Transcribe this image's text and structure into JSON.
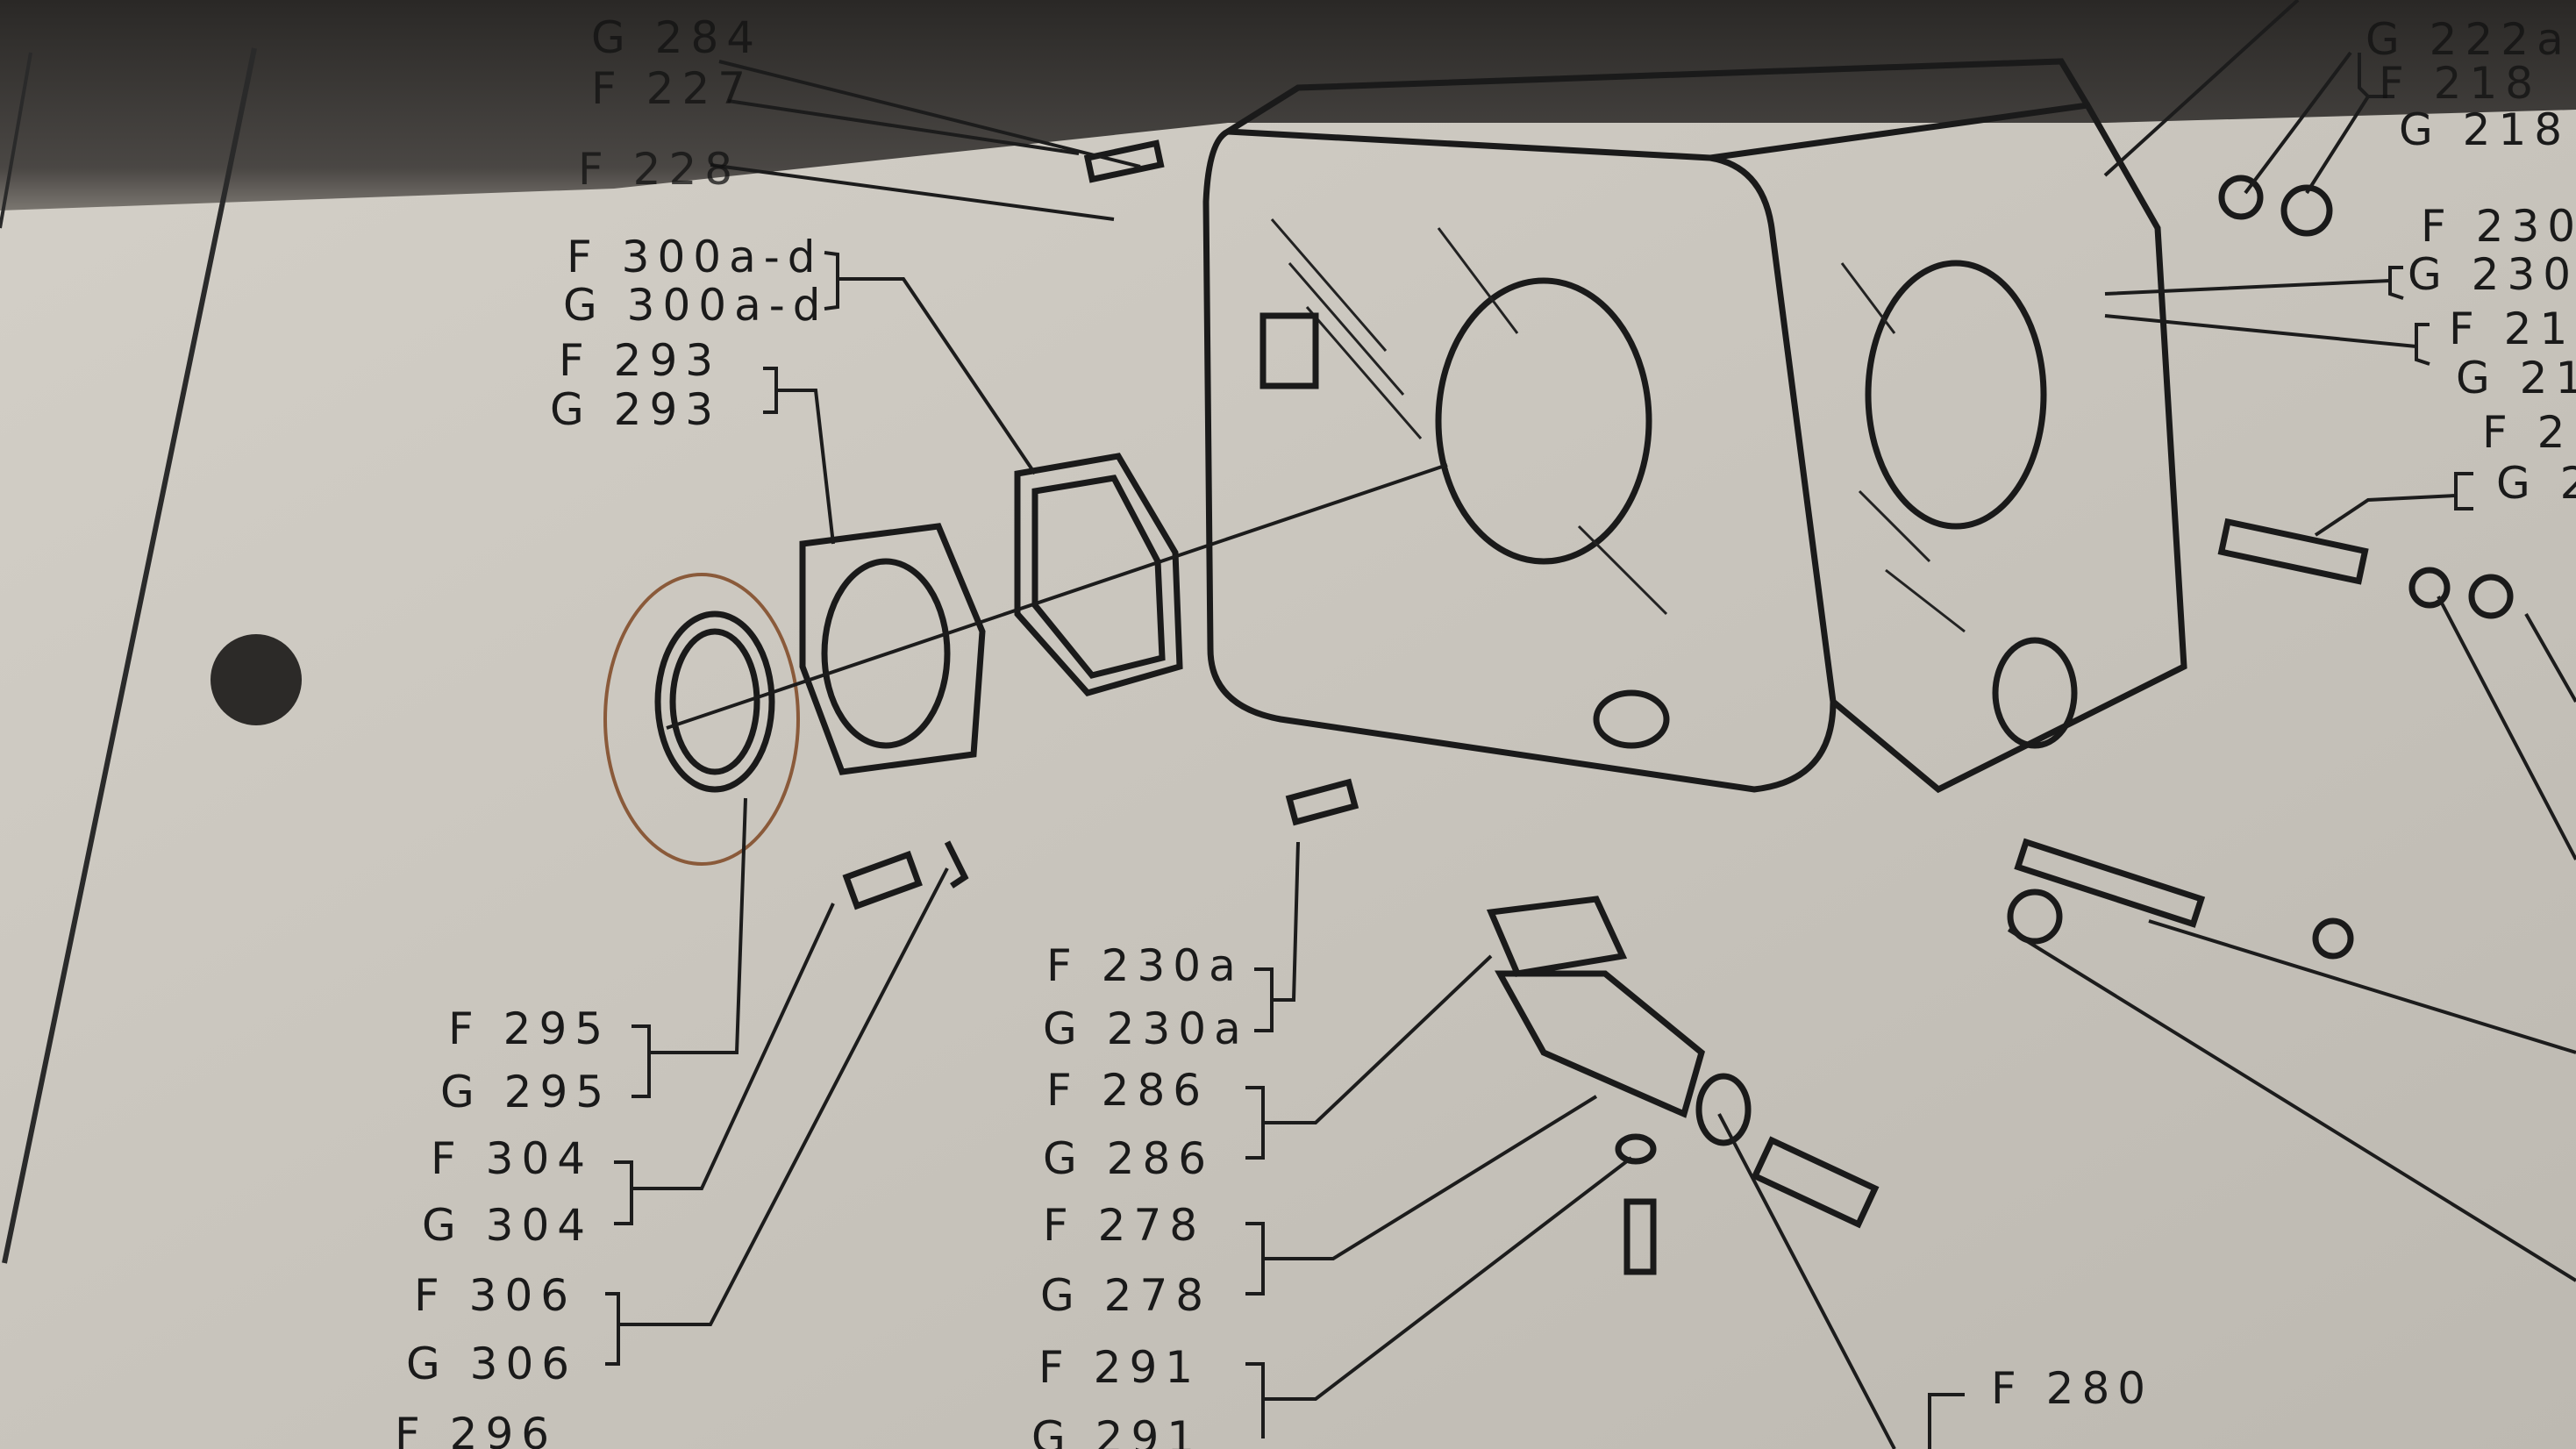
{
  "left_labels": {
    "g284": "G 284",
    "f227": "F 227",
    "f228": "F 228",
    "f300": "F 300a-d",
    "g300": "G 300a-d",
    "f293": "F 293",
    "g293": "G 293",
    "f295": "F 295",
    "g295": "G 295",
    "f304": "F 304",
    "g304": "G 304",
    "f306": "F 306",
    "g306": "G 306",
    "f296": "F 296"
  },
  "center_labels": {
    "f230a": "F 230a",
    "g230a": "G 230a",
    "f286": "F 286",
    "g286": "G 286",
    "f278": "F 278",
    "g278": "G 278",
    "f291": "F 291",
    "g291": "G 291",
    "f280": "F 280"
  },
  "right_labels": {
    "g222a": "G 222a",
    "f218": "F 218",
    "g218": "G 218",
    "f230": "F 230",
    "g230": "G 230",
    "f21x": "F 21",
    "g21x": "G 21",
    "f2x": "F 2",
    "g2x": "G 2"
  }
}
